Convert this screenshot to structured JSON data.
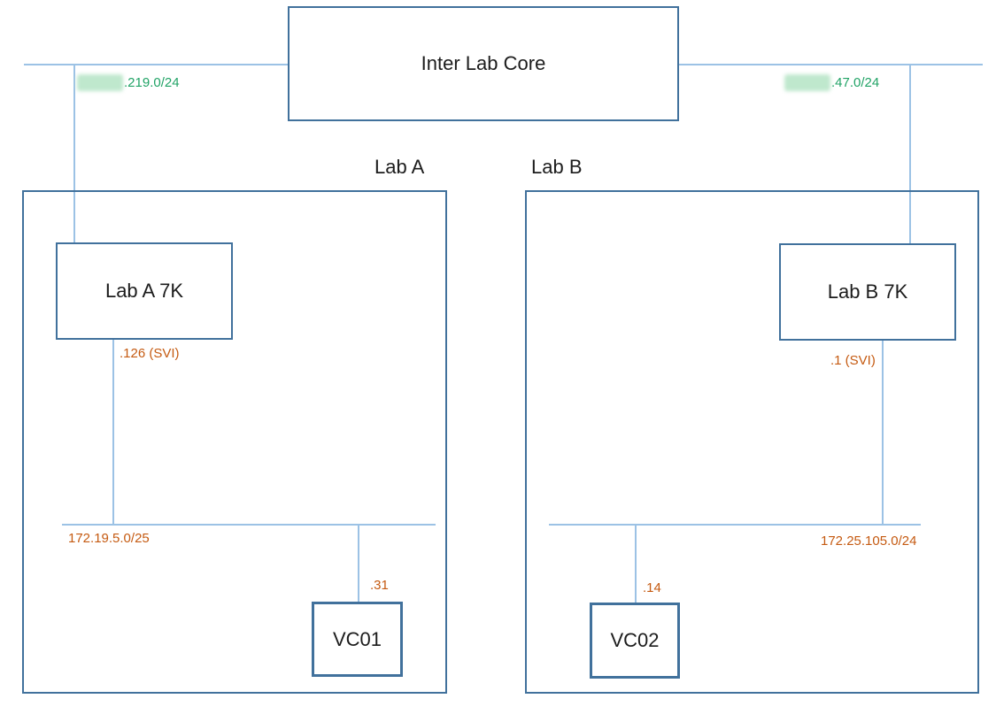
{
  "diagram": {
    "title": "network-lab-topology",
    "core": {
      "label": "Inter Lab Core"
    },
    "core_links": {
      "left_subnet_suffix": ".219.0/24",
      "left_subnet_prefix_redacted": true,
      "right_subnet_suffix": ".47.0/24",
      "right_subnet_prefix_redacted": true
    },
    "lab_a": {
      "label": "Lab A",
      "switch": {
        "label": "Lab A 7K",
        "svi_address": ".126 (SVI)"
      },
      "segment_subnet": "172.19.5.0/25",
      "vc": {
        "label": "VC01",
        "host_address": ".31"
      }
    },
    "lab_b": {
      "label": "Lab B",
      "switch": {
        "label": "Lab B 7K",
        "svi_address": ".1 (SVI)"
      },
      "segment_subnet": "172.25.105.0/24",
      "vc": {
        "label": "VC02",
        "host_address": ".14"
      }
    },
    "colors": {
      "connector_blue": "#9cc2e5",
      "border_blue": "#41719c",
      "subnet_green": "#21a366",
      "address_orange": "#c55a11",
      "redaction_green": "#bfe8cd"
    }
  }
}
